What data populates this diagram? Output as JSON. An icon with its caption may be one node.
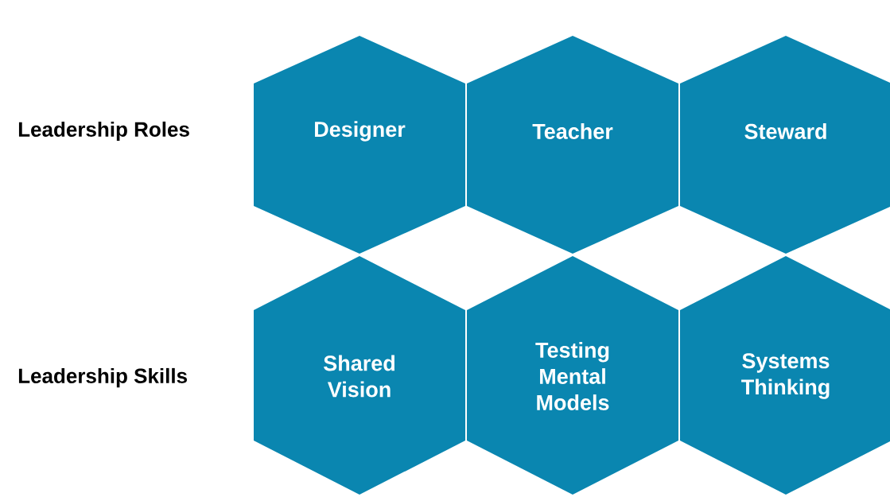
{
  "diagram": {
    "nodes": [
      {
        "text": [
          "Designer"
        ]
      },
      {
        "text": [
          "Teacher"
        ]
      },
      {
        "text": [
          "Steward"
        ]
      },
      {
        "text": [
          "Shared Vision"
        ]
      },
      {
        "text": [
          "Testing Mental Models"
        ]
      },
      {
        "text": [
          "Systems Thinking"
        ]
      }
    ],
    "labels": [
      "Leadership Roles",
      "Leadership Skills"
    ]
  }
}
